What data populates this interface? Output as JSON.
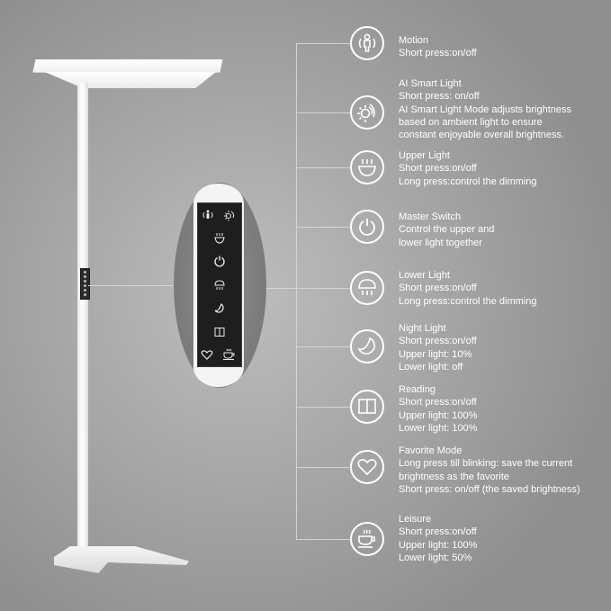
{
  "product": {
    "name": "Floor lamp with touch control panel",
    "colors": {
      "background": "#a8a8a8",
      "lamp": "#f2f2f2",
      "panel": "#1e1e1e",
      "text": "#ffffff",
      "connector": "#d4d4d4"
    }
  },
  "features": [
    {
      "icon": "motion-sensor-icon",
      "title": "Motion",
      "lines": [
        "Short press:on/off"
      ]
    },
    {
      "icon": "ai-smart-light-icon",
      "title": "AI Smart Light",
      "lines": [
        "Short press: on/off",
        "AI Smart Light Mode adjusts brightness",
        "based on ambient light to ensure",
        "constant enjoyable overall brightness."
      ]
    },
    {
      "icon": "upper-light-icon",
      "title": "Upper Light",
      "lines": [
        "Short press:on/off",
        "Long press:control the dimming"
      ]
    },
    {
      "icon": "power-icon",
      "title": "Master Switch",
      "lines": [
        "Control the upper and",
        "lower light together"
      ]
    },
    {
      "icon": "lower-light-icon",
      "title": "Lower Light",
      "lines": [
        "Short press:on/off",
        "Long press:control the dimming"
      ]
    },
    {
      "icon": "night-light-moon-icon",
      "title": "Night Light",
      "lines": [
        "Short press:on/off",
        "Upper light: 10%",
        "Lower light: off"
      ]
    },
    {
      "icon": "reading-book-icon",
      "title": "Reading",
      "lines": [
        "Short press:on/off",
        "Upper light: 100%",
        "Lower light: 100%"
      ]
    },
    {
      "icon": "favorite-heart-icon",
      "title": "Favorite Mode",
      "lines": [
        "Long press till blinking: save the current",
        "brightness as the favorite",
        "Short press: on/off (the saved brightness)"
      ]
    },
    {
      "icon": "leisure-cup-icon",
      "title": "Leisure",
      "lines": [
        "Short press:on/off",
        "Upper light: 100%",
        "Lower light: 50%"
      ]
    }
  ],
  "control_panel": {
    "buttons": [
      "motion",
      "ai-smart-light",
      "upper-light",
      "master-switch",
      "lower-light",
      "night-light",
      "reading",
      "favorite",
      "leisure"
    ]
  }
}
